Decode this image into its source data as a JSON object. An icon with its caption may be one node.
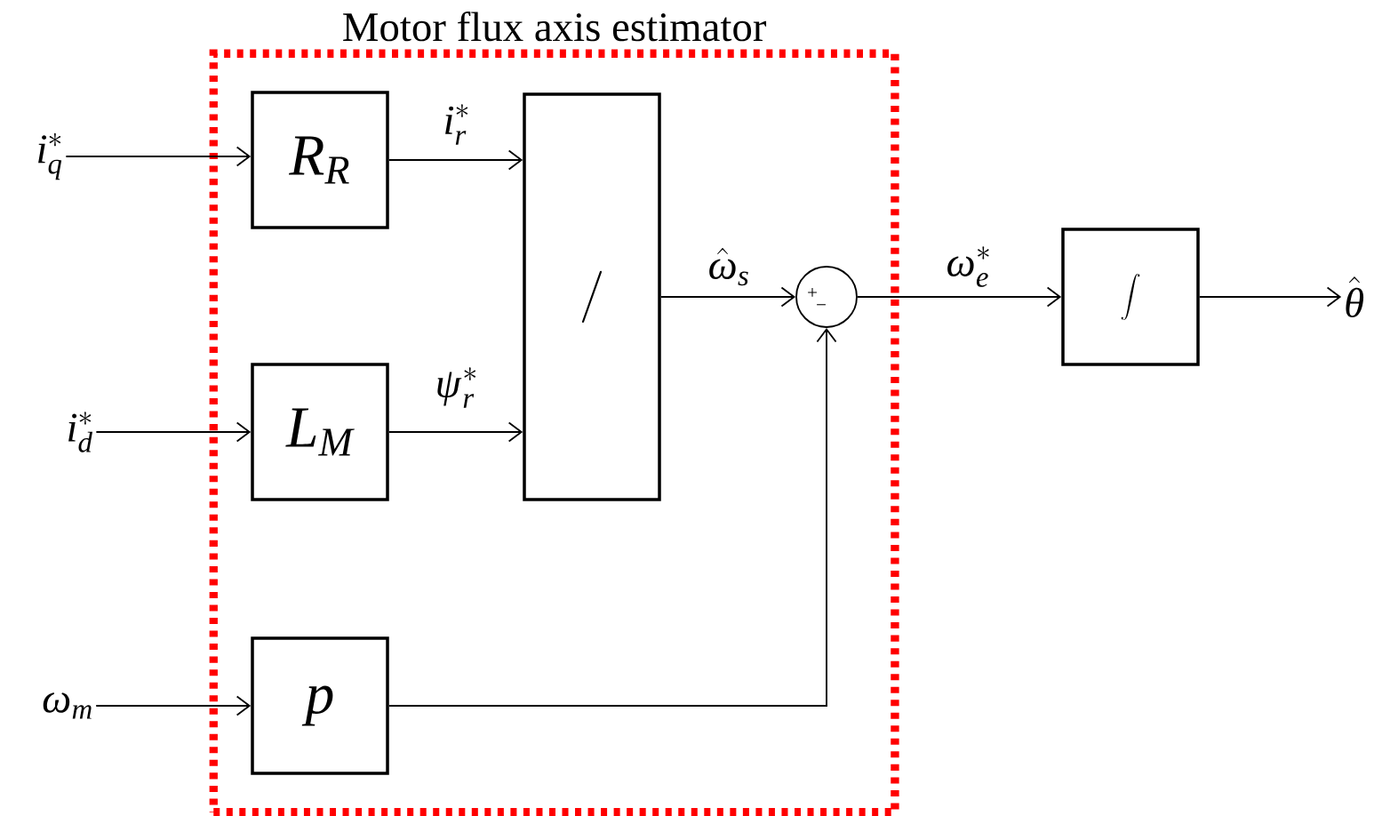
{
  "diagram": {
    "nodes": [
      {
        "text": [
          "Motor flux axis estimator"
        ]
      },
      {
        "text": [
          "R_R"
        ],
        "in": 0
      },
      {
        "text": [
          "L_M"
        ],
        "in": 0
      },
      {
        "text": [
          "p"
        ],
        "in": 0
      },
      {
        "text": [
          "/"
        ],
        "in": 0
      },
      {
        "text": [
          "+",
          "−"
        ],
        "in": 0
      },
      {
        "text": [
          "\\int"
        ]
      },
      {
        "text": [
          "i_q^*"
        ]
      },
      {
        "text": [
          "i_d^*"
        ]
      },
      {
        "text": [
          "\\omega_m"
        ]
      },
      {
        "text": [
          "\\hat{\\theta}"
        ]
      }
    ],
    "edges": [
      {
        "from": 7,
        "to": 1,
        "arrow": "to"
      },
      {
        "from": 8,
        "to": 2,
        "arrow": "to"
      },
      {
        "from": 9,
        "to": 3,
        "arrow": "to"
      },
      {
        "from": 1,
        "to": 4,
        "arrow": "to",
        "label": "i_r^*"
      },
      {
        "from": 2,
        "to": 4,
        "arrow": "to",
        "label": "\\psi_r^*"
      },
      {
        "from": 4,
        "to": 5,
        "arrow": "to",
        "label": "\\hat{\\omega}_s"
      },
      {
        "from": 3,
        "to": 5,
        "arrow": "to"
      },
      {
        "from": 5,
        "to": 6,
        "arrow": "to",
        "label": "\\omega_e^*"
      },
      {
        "from": 6,
        "to": 10,
        "arrow": "to"
      }
    ]
  }
}
